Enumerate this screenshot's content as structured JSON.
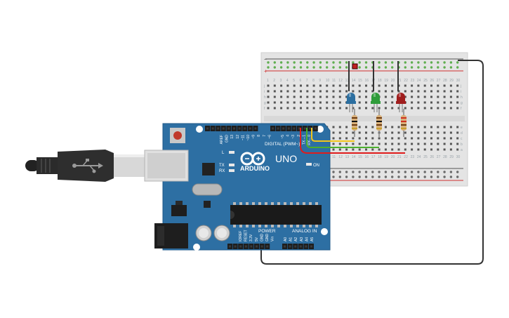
{
  "board": {
    "brand": "ARDUINO",
    "model": "UNO",
    "digital_label": "DIGITAL (PWM~)",
    "analog_label": "ANALOG IN",
    "power_label": "POWER",
    "on_label": "ON",
    "l_label": "L",
    "tx_label": "TX",
    "rx_label": "RX",
    "top_pins": [
      "AREF",
      "GND",
      "13",
      "12",
      "~11",
      "~10",
      "~9",
      "8",
      "7",
      "~6",
      "~5",
      "4",
      "~3",
      "2",
      "TX→1",
      "RX←0"
    ],
    "power_pins": [
      "IOREF",
      "RESET",
      "3.3V",
      "5V",
      "GND",
      "GND",
      "Vin"
    ],
    "analog_pins": [
      "A0",
      "A1",
      "A2",
      "A3",
      "A4",
      "A5"
    ],
    "colors": {
      "pcb": "#2d6fa3",
      "pcb_edge": "#1f5a88",
      "header": "#1e1e1e"
    }
  },
  "breadboard": {
    "column_numbers": [
      "1",
      "2",
      "3",
      "4",
      "5",
      "6",
      "7",
      "8",
      "9",
      "10",
      "11",
      "12",
      "13",
      "14",
      "15",
      "16",
      "17",
      "18",
      "19",
      "20",
      "21",
      "22",
      "23",
      "24",
      "25",
      "26",
      "27",
      "28",
      "29",
      "30"
    ],
    "row_letters_top": [
      "j",
      "i",
      "h",
      "g",
      "f"
    ],
    "row_letters_bottom": [
      "e",
      "d",
      "c",
      "b",
      "a"
    ],
    "rail_plus": "+",
    "rail_minus": "−"
  },
  "leds": [
    {
      "name": "blue-led",
      "color": "#2c6fa0"
    },
    {
      "name": "green-led",
      "color": "#2f9c3a"
    },
    {
      "name": "red-led",
      "color": "#a01e1e"
    }
  ],
  "wires": {
    "yellow": "#f2c51b",
    "green": "#4caf2d",
    "red": "#e01c1c",
    "black": "#333333"
  }
}
